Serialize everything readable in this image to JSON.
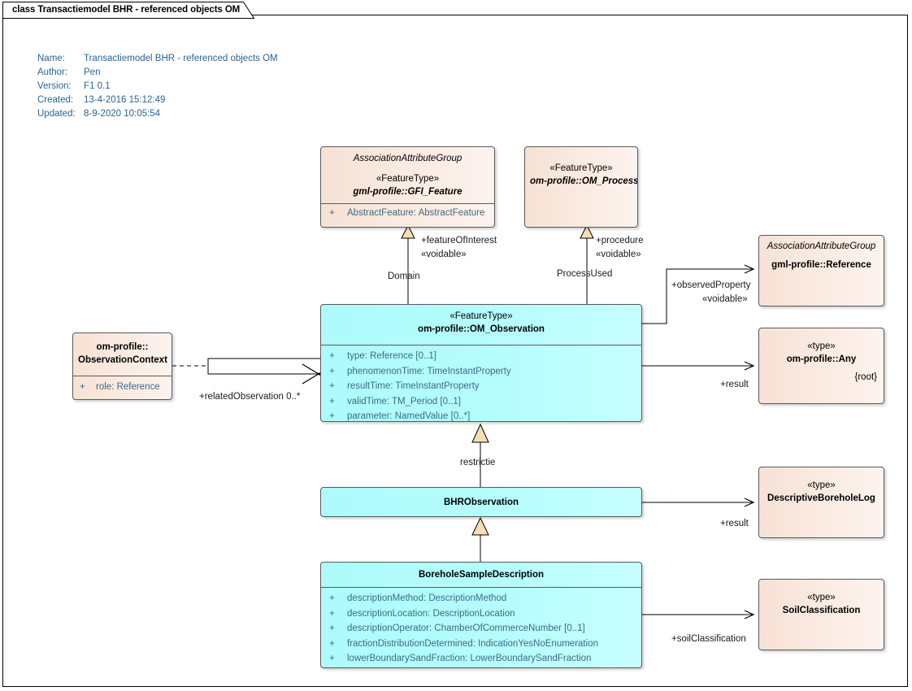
{
  "diagram": {
    "tab_label": "class Transactiemodel BHR - referenced objects OM",
    "meta": [
      {
        "key": "Name:",
        "value": "Transactiemodel BHR - referenced objects OM"
      },
      {
        "key": "Author:",
        "value": "Pen"
      },
      {
        "key": "Version:",
        "value": "F1 0.1"
      },
      {
        "key": "Created:",
        "value": "13-4-2016 15:12:49"
      },
      {
        "key": "Updated:",
        "value": "8-9-2020 10:05:54"
      }
    ],
    "colors": {
      "peach_fill": "#f7e4d7",
      "cyan_fill": "#b0fdfd",
      "border": "#5a5a5a",
      "attr_text": "#3d6b86",
      "meta_text": "#2a6496",
      "triangle_fill": "#f7ddb5",
      "line": "#000000"
    }
  },
  "classes": {
    "gfi_feature": {
      "association_attribute_group": "AssociationAttributeGroup",
      "stereotype": "«FeatureType»",
      "name": "gml-profile::GFI_Feature",
      "attributes": [
        {
          "visibility": "+",
          "text": "AbstractFeature: AbstractFeature"
        }
      ]
    },
    "om_process": {
      "stereotype": "«FeatureType»",
      "name": "om-profile::OM_Process"
    },
    "reference": {
      "association_attribute_group": "AssociationAttributeGroup",
      "name": "gml-profile::Reference"
    },
    "om_observation": {
      "stereotype": "«FeatureType»",
      "name": "om-profile::OM_Observation",
      "attributes": [
        {
          "visibility": "+",
          "text": "type: Reference [0..1]"
        },
        {
          "visibility": "+",
          "text": "phenomenonTime: TimeInstantProperty"
        },
        {
          "visibility": "+",
          "text": "resultTime: TimeInstantProperty"
        },
        {
          "visibility": "+",
          "text": "validTime: TM_Period [0..1]"
        },
        {
          "visibility": "+",
          "text": "parameter: NamedValue [0..*]"
        }
      ]
    },
    "observation_context": {
      "name_line1": "om-profile::",
      "name_line2": "ObservationContext",
      "attributes": [
        {
          "visibility": "+",
          "text": "role: Reference"
        }
      ]
    },
    "any": {
      "stereotype": "«type»",
      "name": "om-profile::Any",
      "root": "{root}"
    },
    "bhr_observation": {
      "name": "BHRObservation"
    },
    "descriptive_borehole_log": {
      "stereotype": "«type»",
      "name": "DescriptiveBoreholeLog"
    },
    "borehole_sample_description": {
      "name": "BoreholeSampleDescription",
      "attributes": [
        {
          "visibility": "+",
          "text": "descriptionMethod: DescriptionMethod"
        },
        {
          "visibility": "+",
          "text": "descriptionLocation: DescriptionLocation"
        },
        {
          "visibility": "+",
          "text": "descriptionOperator: ChamberOfCommerceNumber [0..1]"
        },
        {
          "visibility": "+",
          "text": "fractionDistributionDetermined: IndicationYesNoEnumeration"
        },
        {
          "visibility": "+",
          "text": "lowerBoundarySandFraction: LowerBoundarySandFraction"
        }
      ]
    },
    "soil_classification": {
      "stereotype": "«type»",
      "name": "SoilClassification"
    }
  },
  "connectors": {
    "feature_of_interest": {
      "role": "+featureOfInterest",
      "stereotype": "«voidable»",
      "end": "Domain"
    },
    "procedure": {
      "role": "+procedure",
      "stereotype": "«voidable»",
      "end": "ProcessUsed"
    },
    "observed_property": {
      "role": "+observedProperty",
      "stereotype": "«voidable»"
    },
    "related_observation": {
      "role": "+relatedObservation 0..*"
    },
    "result_any": {
      "role": "+result"
    },
    "restrictie": {
      "label": "restrictie"
    },
    "result_log": {
      "role": "+result"
    },
    "soil_classification": {
      "role": "+soilClassification"
    }
  }
}
